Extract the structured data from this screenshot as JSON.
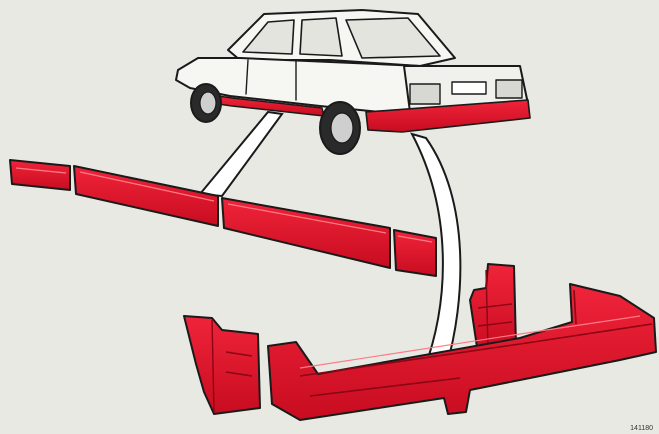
{
  "figure": {
    "reference_number": "141180",
    "colors": {
      "background": "#e9e9e4",
      "part_fill": "#e8102a",
      "part_dark": "#b00a1c",
      "outline": "#1a1a1a",
      "car_body": "#f6f6f2"
    },
    "parts": [
      {
        "id": "front-sill-strip",
        "label": ""
      },
      {
        "id": "front-door-strip",
        "label": ""
      },
      {
        "id": "rear-door-strip",
        "label": ""
      },
      {
        "id": "rear-sill-strip",
        "label": ""
      },
      {
        "id": "mud-flap-left",
        "label": ""
      },
      {
        "id": "mud-flap-right",
        "label": ""
      },
      {
        "id": "rear-bumper-cover",
        "label": ""
      }
    ]
  }
}
